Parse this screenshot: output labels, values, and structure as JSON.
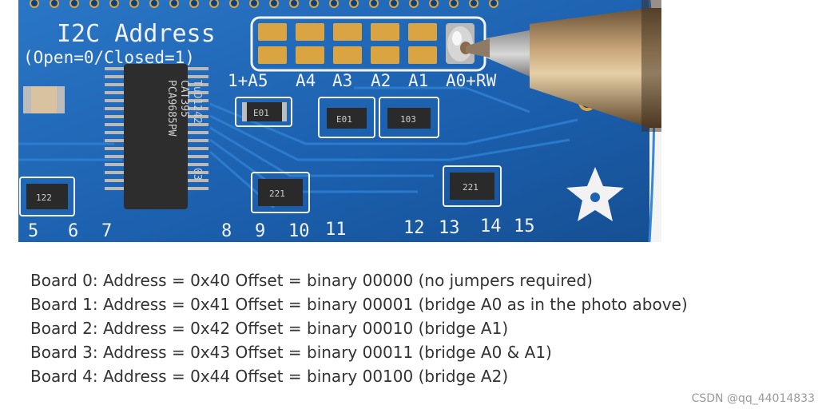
{
  "photo": {
    "title_line1": "I2C Address",
    "title_line2": "(Open=0/Closed=1)",
    "jumper_labels": [
      "1+A5",
      "A4",
      "A3",
      "A2",
      "A1",
      "A0+RW"
    ],
    "chip_marking": [
      "PCA9685PW",
      "CAT395",
      "TuD1242",
      "03"
    ],
    "resistor_markings": [
      "E01",
      "E01",
      "103"
    ],
    "array_markings": [
      "122",
      "221",
      "221"
    ],
    "pin_numbers": [
      "5",
      "6",
      "7",
      "8",
      "9",
      "10",
      "11",
      "12",
      "13",
      "14",
      "15"
    ]
  },
  "board_lines": [
    "Board 0: Address = 0x40 Offset = binary 00000 (no jumpers required)",
    "Board 1: Address = 0x41 Offset = binary 00001 (bridge A0 as in the photo above)",
    "Board 2: Address = 0x42 Offset = binary 00010 (bridge A1)",
    "Board 3: Address = 0x43 Offset = binary 00011 (bridge A0 & A1)",
    "Board 4: Address = 0x44 Offset = binary 00100 (bridge A2)"
  ],
  "watermark": "CSDN @qq_44014833",
  "colors": {
    "pcb_blue": "#1d63b1",
    "pad_gold": "#d9a441",
    "silkscreen": "#f2f2f2",
    "text": "#333333"
  }
}
